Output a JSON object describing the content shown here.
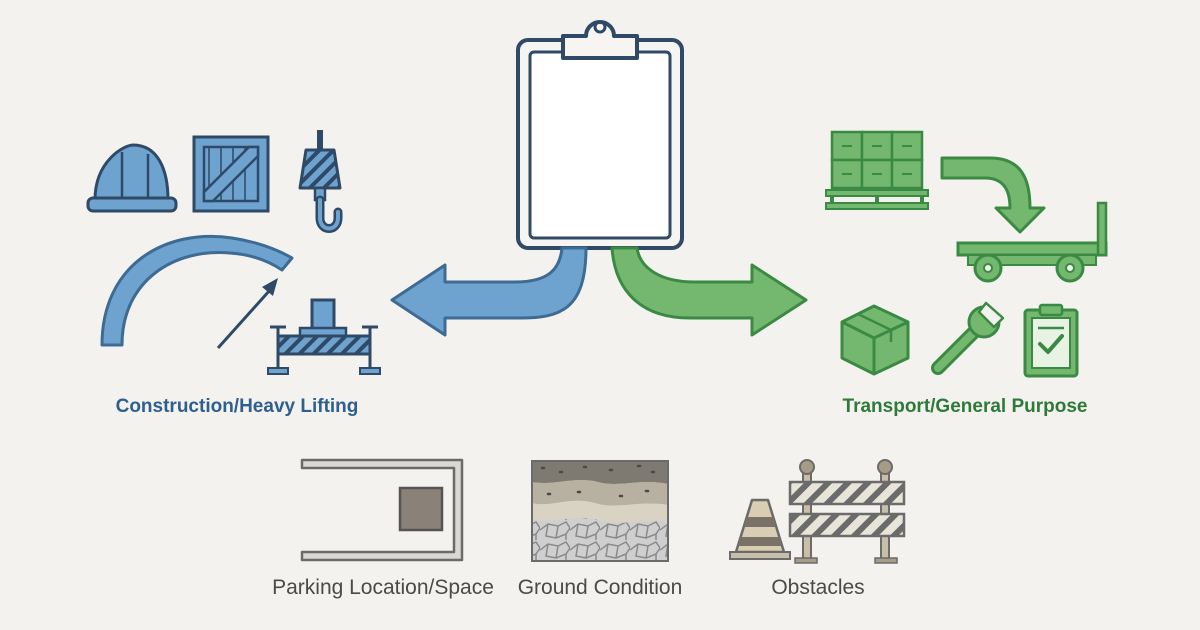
{
  "labels": {
    "left": "Construction/Heavy Lifting",
    "right": "Transport/General Purpose",
    "parking": "Parking Location/Space",
    "ground": "Ground Condition",
    "obstacles": "Obstacles"
  },
  "colors": {
    "background": "#f3f2ee",
    "blue_stroke": "#3d6b93",
    "blue_fill": "#6ea3d0",
    "green_stroke": "#3b8a44",
    "green_fill": "#73b86e",
    "navy_outline": "#2f4a66",
    "gray": "#555555"
  },
  "icons": [
    "clipboard-icon",
    "hard-hat-icon",
    "crate-icon",
    "crane-hook-icon",
    "curved-boom-arc-icon",
    "outrigger-stand-icon",
    "pallet-boxes-icon",
    "flatbed-trailer-icon",
    "package-box-icon",
    "wrench-icon",
    "checklist-clipboard-icon",
    "parking-space-icon",
    "ground-layers-icon",
    "traffic-cone-icon",
    "barricade-icon"
  ]
}
